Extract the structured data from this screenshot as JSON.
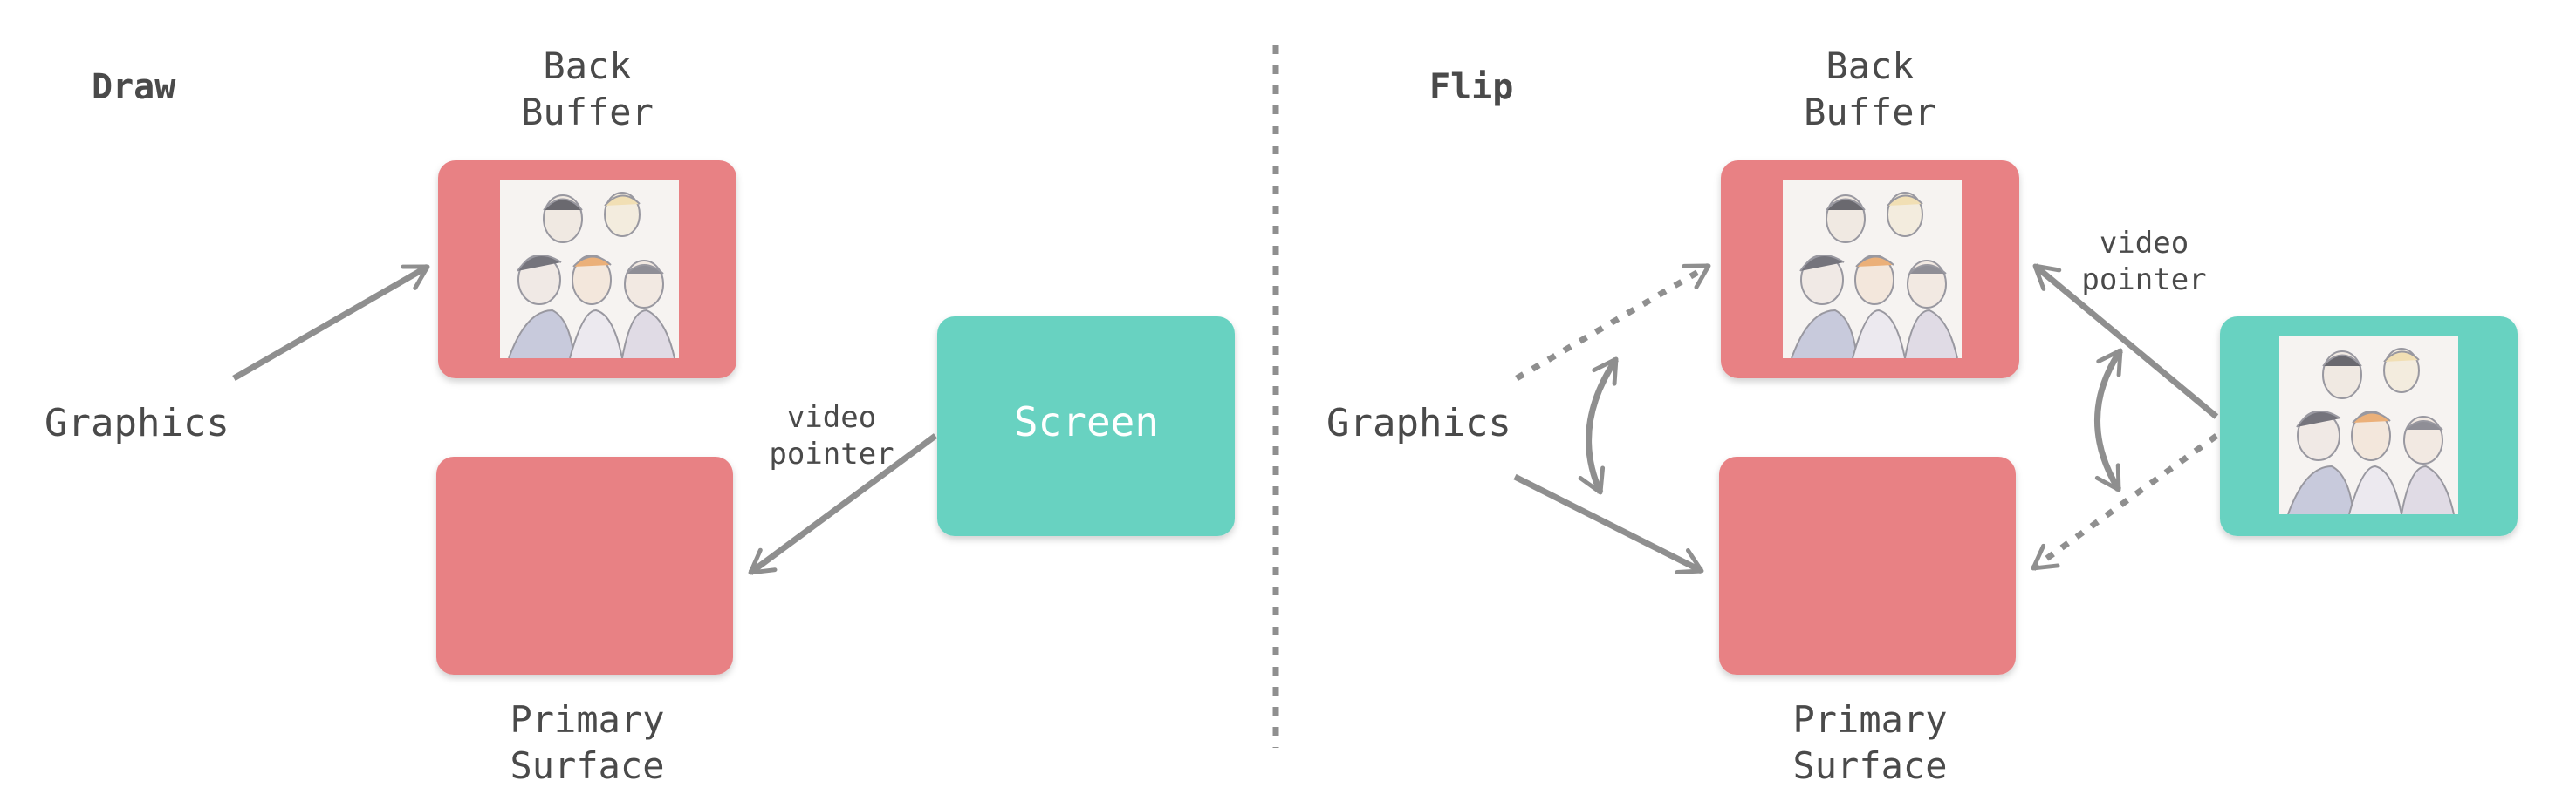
{
  "draw_panel": {
    "heading": "Draw",
    "back_buffer": [
      "Back",
      "Buffer"
    ],
    "primary_surface": [
      "Primary",
      "Surface"
    ],
    "graphics": "Graphics",
    "video_pointer": [
      "video",
      "pointer"
    ],
    "screen": "Screen"
  },
  "flip_panel": {
    "heading": "Flip",
    "back_buffer": [
      "Back",
      "Buffer"
    ],
    "primary_surface": [
      "Primary",
      "Surface"
    ],
    "graphics": "Graphics",
    "video_pointer": [
      "video",
      "pointer"
    ]
  },
  "colors": {
    "buffer": "#e88184",
    "screen": "#68d2c1",
    "arrow": "#8f8f8f",
    "text": "#4a4a4a",
    "divider": "#8f8f8f"
  },
  "icons": {
    "buffer_image": "character-illustration-icon"
  }
}
